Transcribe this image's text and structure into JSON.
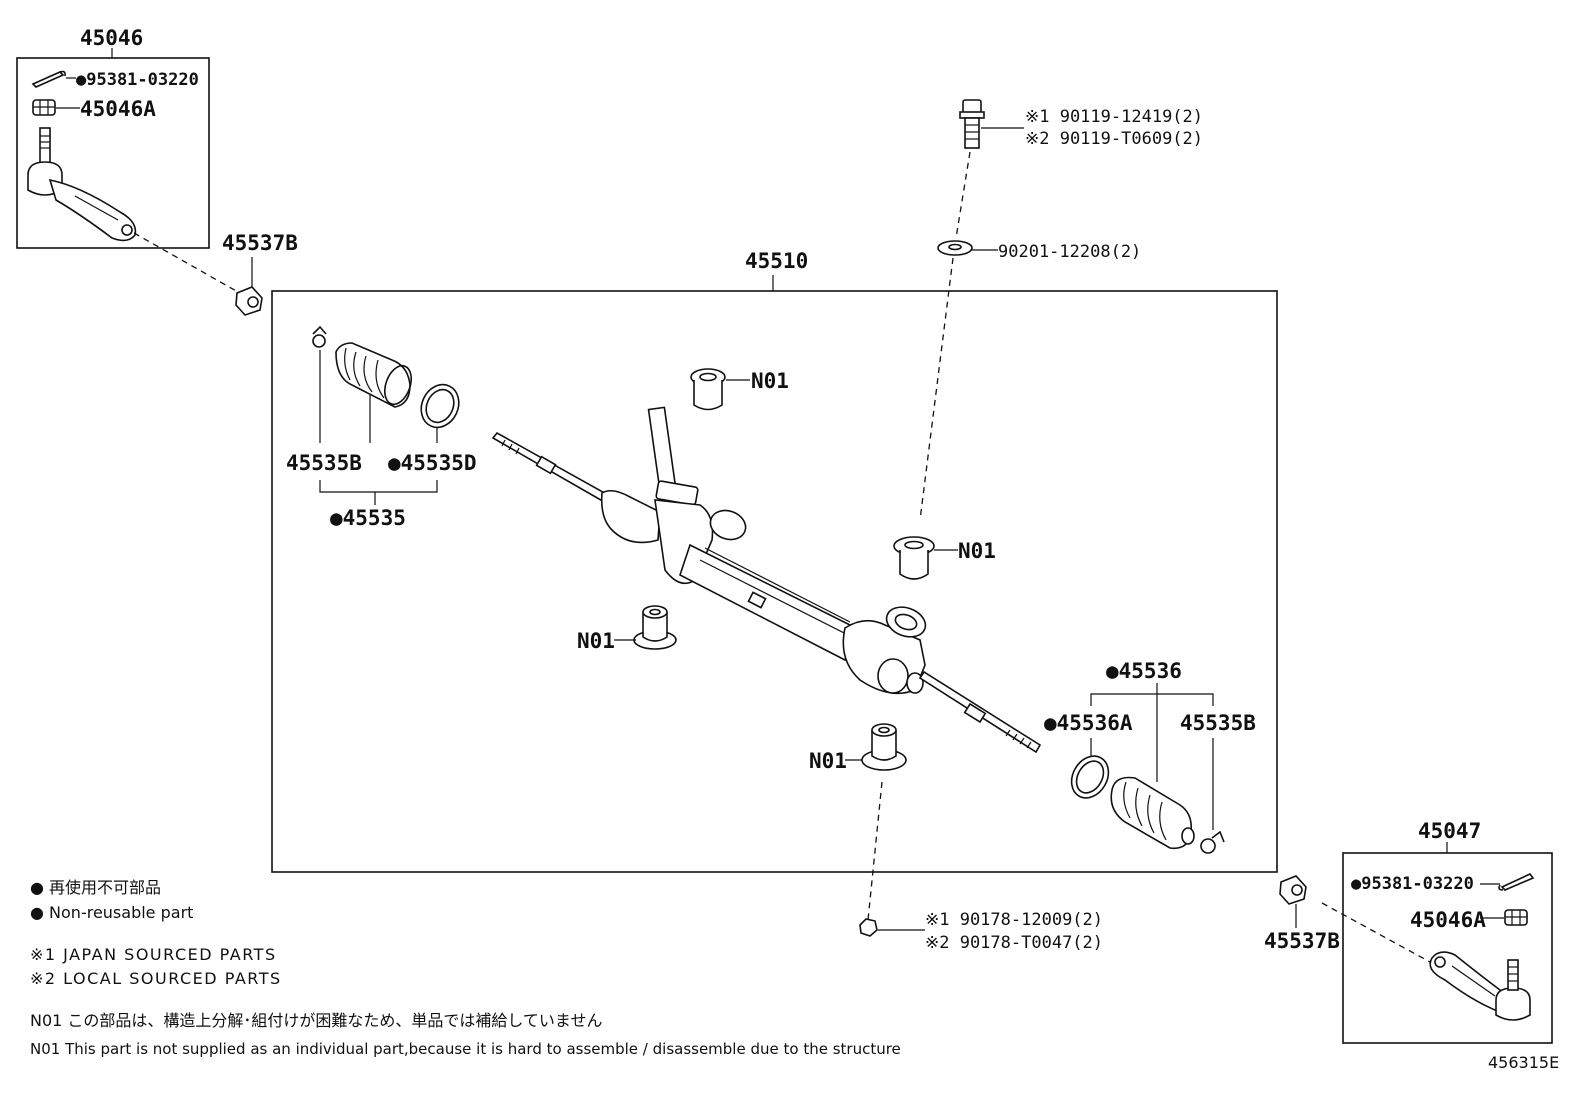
{
  "parts": {
    "tie_rod_end_left": "45046",
    "tie_rod_end_right": "45047",
    "cotter_pin_left": "●95381-03220",
    "cotter_pin_right": "●95381-03220",
    "nut_left": "45046A",
    "nut_right": "45046A",
    "lock_nut_left": "45537B",
    "lock_nut_right": "45537B",
    "gear_assembly": "45510",
    "bolt_line1": "※1 90119-12419(2)",
    "bolt_line2": "※2 90119-T0609(2)",
    "washer": "90201-12208(2)",
    "nut_bottom_line1": "※1  90178-12009(2)",
    "nut_bottom_line2": "※2  90178-T0047(2)",
    "boot_kit_left": "●45535",
    "boot_clamp_left": "45535B",
    "boot_band_left": "●45535D",
    "boot_kit_right": "●45536",
    "boot_band_right": "●45536A",
    "boot_clamp_right": "45535B",
    "bushing_n01": "N01"
  },
  "legend": {
    "nonreusable_jp": "● 再使用不可部品",
    "nonreusable_en": "● Non-reusable part",
    "japan_sourced": "※1 JAPAN SOURCED PARTS",
    "local_sourced": "※2 LOCAL SOURCED PARTS",
    "n01_jp": "N01 この部品は、構造上分解･組付けが困難なため、単品では補給していません",
    "n01_en": "N01 This part is not supplied as an individual part,because it is hard to assemble / disassemble due to the structure"
  },
  "illustration_code": "456315E"
}
